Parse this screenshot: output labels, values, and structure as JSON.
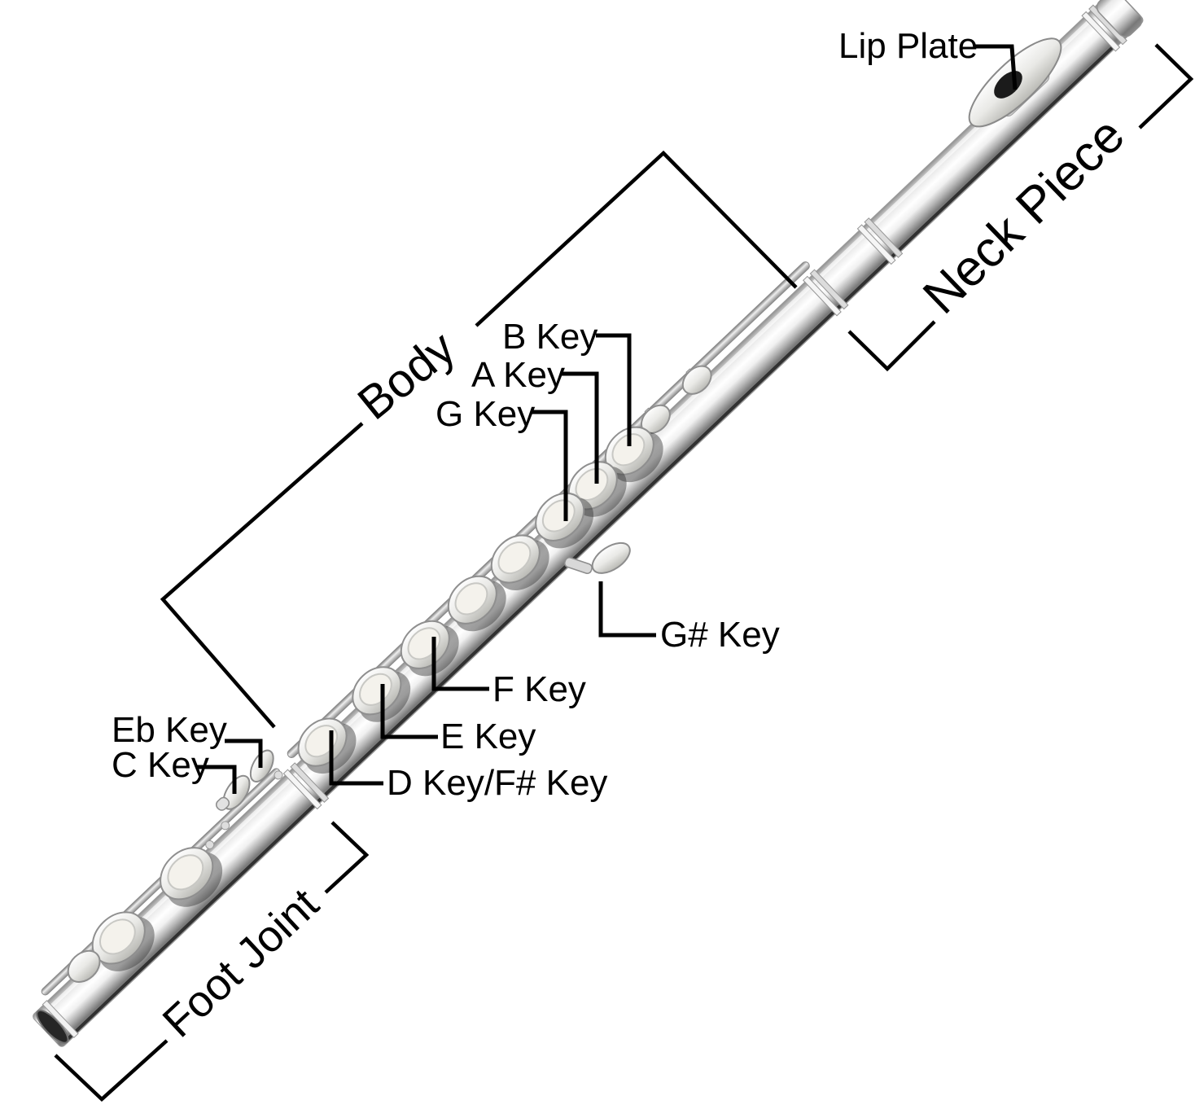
{
  "diagram": {
    "title": "Flute parts diagram",
    "background_color": "#ffffff",
    "annotation_color": "#000000",
    "flute_colors": {
      "metal_light": "#ffffff",
      "metal_mid": "#e8e8e8",
      "metal_dark": "#8f8f8f",
      "shadow_edge": "#1d1d1d",
      "pad_inner": "#f4f2ec",
      "hole_dark": "#1b1b1b"
    },
    "labels": {
      "lip_plate": "Lip Plate",
      "neck_piece": "Neck Piece",
      "body": "Body",
      "foot_joint": "Foot Joint",
      "b_key": "B Key",
      "a_key": "A Key",
      "g_key": "G Key",
      "g_sharp_key": "G# Key",
      "f_key": "F Key",
      "e_key": "E Key",
      "d_key": "D Key/F# Key",
      "eb_key": "Eb Key",
      "c_key": "C Key"
    }
  }
}
